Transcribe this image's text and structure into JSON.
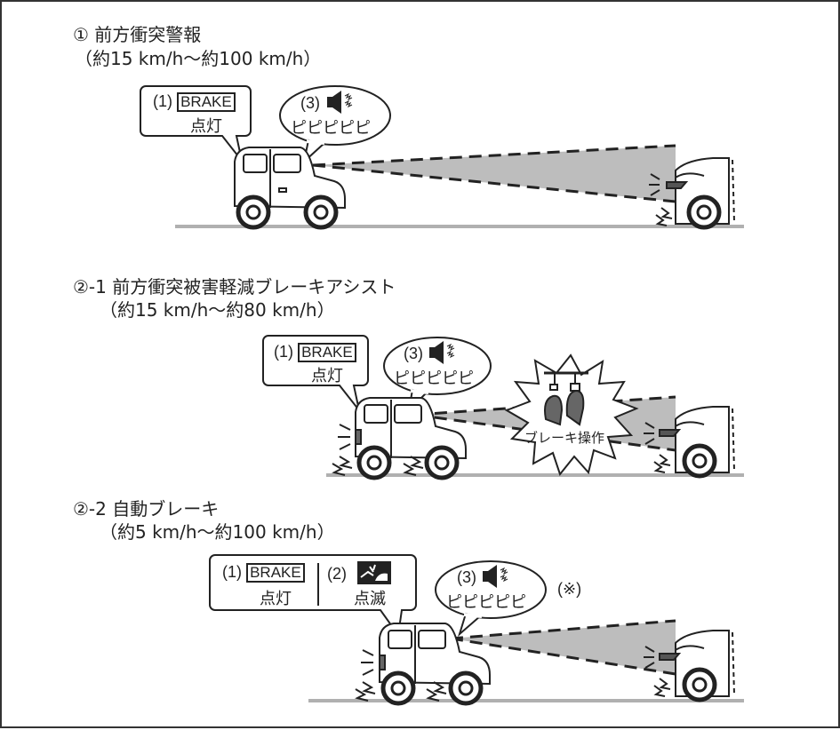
{
  "sections": [
    {
      "title": "① 前方衝突警報",
      "speed": "（約15 km/h〜約100 km/h）",
      "brake_label": "(1)",
      "brake_word": "BRAKE",
      "brake_status": "点灯",
      "buzzer_label": "(3)",
      "buzzer_sound": "ピピピピピ"
    },
    {
      "title": "②-1 前方衝突被害軽減ブレーキアシスト",
      "speed": "（約15 km/h〜約80 km/h）",
      "brake_label": "(1)",
      "brake_word": "BRAKE",
      "brake_status": "点灯",
      "buzzer_label": "(3)",
      "buzzer_sound": "ピピピピピ",
      "burst_text": "ブレーキ操作"
    },
    {
      "title": "②-2 自動ブレーキ",
      "speed": "（約5 km/h〜約100 km/h）",
      "brake_label": "(1)",
      "brake_word": "BRAKE",
      "brake_status": "点灯",
      "icon_label": "(2)",
      "icon_status": "点滅",
      "buzzer_label": "(3)",
      "buzzer_sound": "ピピピピピ",
      "note": "(※)"
    }
  ],
  "colors": {
    "line": "#222222",
    "cone": "#bdbdbd",
    "ground": "#b0b0b0"
  },
  "icons": [
    "speaker-icon",
    "collision-warning-icon",
    "pedal-icon"
  ]
}
